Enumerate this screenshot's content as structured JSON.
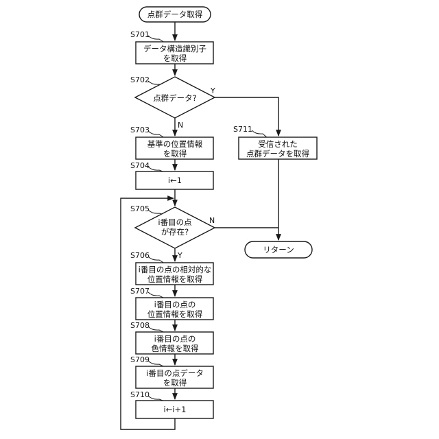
{
  "start": {
    "text": "点群データ取得"
  },
  "end": {
    "text": "リターン"
  },
  "steps": {
    "s701": {
      "label": "S701",
      "line1": "データ構造識別子",
      "line2": "を取得"
    },
    "s702": {
      "label": "S702",
      "text": "点群データ?"
    },
    "s703": {
      "label": "S703",
      "line1": "基準の位置情報",
      "line2": "を取得"
    },
    "s704": {
      "label": "S704",
      "text": "i←1"
    },
    "s705": {
      "label": "S705",
      "line1": "i番目の点",
      "line2": "が存在?"
    },
    "s706": {
      "label": "S706",
      "line1": "i番目の点の相対的な",
      "line2": "位置情報を取得"
    },
    "s707": {
      "label": "S707",
      "line1": "i番目の点の",
      "line2": "位置情報を取得"
    },
    "s708": {
      "label": "S708",
      "line1": "i番目の点の",
      "line2": "色情報を取得"
    },
    "s709": {
      "label": "S709",
      "line1": "i番目の点データ",
      "line2": "を取得"
    },
    "s710": {
      "label": "S710",
      "text": "i←i+1"
    },
    "s711": {
      "label": "S711",
      "line1": "受信された",
      "line2": "点群データを取得"
    }
  },
  "branches": {
    "s702_yes": "Y",
    "s702_no": "N",
    "s705_yes": "Y",
    "s705_no": "N"
  }
}
